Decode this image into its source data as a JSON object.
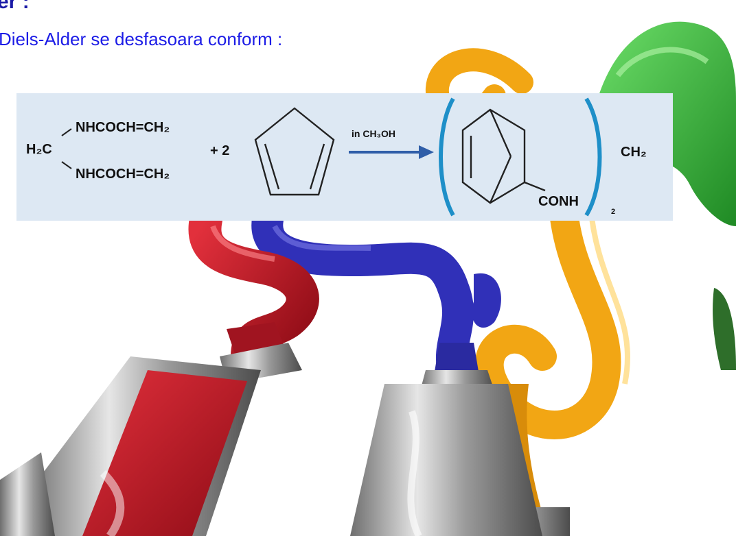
{
  "heading": "er :",
  "intro": "Diels-Alder se desfasoara conform :",
  "reaction": {
    "reactant_core": "H₂C",
    "substituent_top": "NHCOCH=CH₂",
    "substituent_bottom": "NHCOCH=CH₂",
    "coefficient": "+ 2",
    "arrow_condition": "in CH₃OH",
    "product_group": "CONH",
    "product_subscript": "2",
    "product_tail": "CH₂"
  },
  "colors": {
    "heading": "#1a1aa6",
    "intro": "#1c1ce6",
    "box": "#dde8f3",
    "bracket": "#1e8fc8",
    "arrow": "#2f5ea8",
    "paint_red": "#c41826",
    "paint_blue": "#3030b8",
    "paint_yellow": "#f2a614",
    "paint_green": "#3cb83a"
  }
}
